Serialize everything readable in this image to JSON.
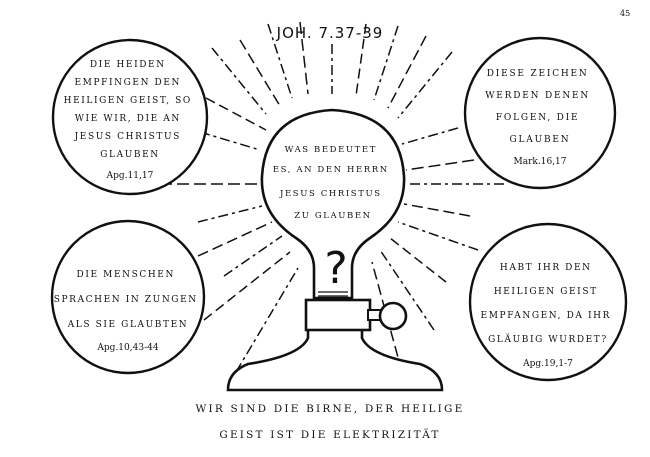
{
  "page_number": "45",
  "header": {
    "title": "JOH. 7.37-39"
  },
  "bulb": {
    "lines": [
      "WAS BEDEUTET",
      "ES, AN DEN HERRN",
      "JESUS CHRISTUS",
      "ZU GLAUBEN"
    ],
    "symbol": "?"
  },
  "circles": {
    "top_left": {
      "lines": [
        "DIE HEIDEN",
        "EMPFINGEN DEN",
        "HEILIGEN GEIST, SO",
        "WIE WIR, DIE AN",
        "JESUS CHRISTUS",
        "GLAUBEN"
      ],
      "ref": "Apg.11,17"
    },
    "top_right": {
      "lines": [
        "DIESE ZEICHEN",
        "WERDEN DENEN",
        "FOLGEN, DIE",
        "GLAUBEN"
      ],
      "ref": "Mark.16,17"
    },
    "bottom_left": {
      "lines": [
        "DIE MENSCHEN",
        "SPRACHEN IN ZUNGEN",
        "ALS SIE GLAUBTEN"
      ],
      "ref": "Apg.10,43-44"
    },
    "bottom_right": {
      "lines": [
        "HABT IHR DEN",
        "HEILIGEN GEIST",
        "EMPFANGEN, DA IHR",
        "GLÄUBIG WURDET?"
      ],
      "ref": "Apg.19,1-7"
    }
  },
  "caption": {
    "line1": "WIR SIND DIE BIRNE, DER HEILIGE",
    "line2": "GEIST IST DIE ELEKTRIZITÄT"
  }
}
